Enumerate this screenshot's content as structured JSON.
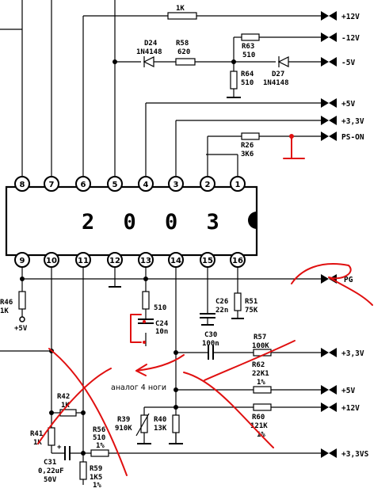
{
  "chip": {
    "label": "2 0 0 3",
    "top_pins": [
      "8",
      "7",
      "6",
      "5",
      "4",
      "3",
      "2",
      "1"
    ],
    "bottom_pins": [
      "9",
      "10",
      "11",
      "12",
      "13",
      "14",
      "15",
      "16"
    ]
  },
  "nets": {
    "p12v": "+12V",
    "m12v": "-12V",
    "m5v": "-5V",
    "p5v": "+5V",
    "p33v": "+3,3V",
    "pson": "PS-ON",
    "pg": "PG",
    "p33v_b": "+3,3V",
    "p5v_b": "+5V",
    "p12v_b": "+12V",
    "p33vs": "+3,3VS",
    "p5v_left": "+5V"
  },
  "components": {
    "r_top": {
      "name": "1K"
    },
    "d24": {
      "name": "D24",
      "value": "1N4148"
    },
    "r58": {
      "name": "R58",
      "value": "620"
    },
    "r63": {
      "name": "R63",
      "value": "510"
    },
    "r64": {
      "name": "R64",
      "value": "510"
    },
    "d27": {
      "name": "D27",
      "value": "1N4148"
    },
    "r26": {
      "name": "R26",
      "value": "3K6"
    },
    "r46": {
      "name": "R46",
      "value": "1K"
    },
    "r_510": {
      "value": "510"
    },
    "c24": {
      "name": "C24",
      "value": "10n"
    },
    "c26": {
      "name": "C26",
      "value": "22n"
    },
    "r51": {
      "name": "R51",
      "value": "75K"
    },
    "c30": {
      "name": "C30",
      "value": "100n"
    },
    "r57": {
      "name": "R57",
      "value": "100K"
    },
    "r62": {
      "name": "R62",
      "value": "22K1",
      "tol": "1%"
    },
    "r60": {
      "name": "R60",
      "value": "121K",
      "tol": "1%"
    },
    "r39": {
      "name": "R39",
      "value": "910K"
    },
    "r40": {
      "name": "R40",
      "value": "13K"
    },
    "r42": {
      "name": "R42",
      "value": "1K"
    },
    "r41": {
      "name": "R41",
      "value": "1K"
    },
    "r56": {
      "name": "R56",
      "value": "510",
      "tol": "1%"
    },
    "c31": {
      "name": "C31",
      "value": "0,22uF",
      "volt": "50V"
    },
    "r59": {
      "name": "R59",
      "value": "1K5",
      "tol": "1%"
    }
  },
  "annotation": {
    "text": "аналог 4 ноги"
  }
}
